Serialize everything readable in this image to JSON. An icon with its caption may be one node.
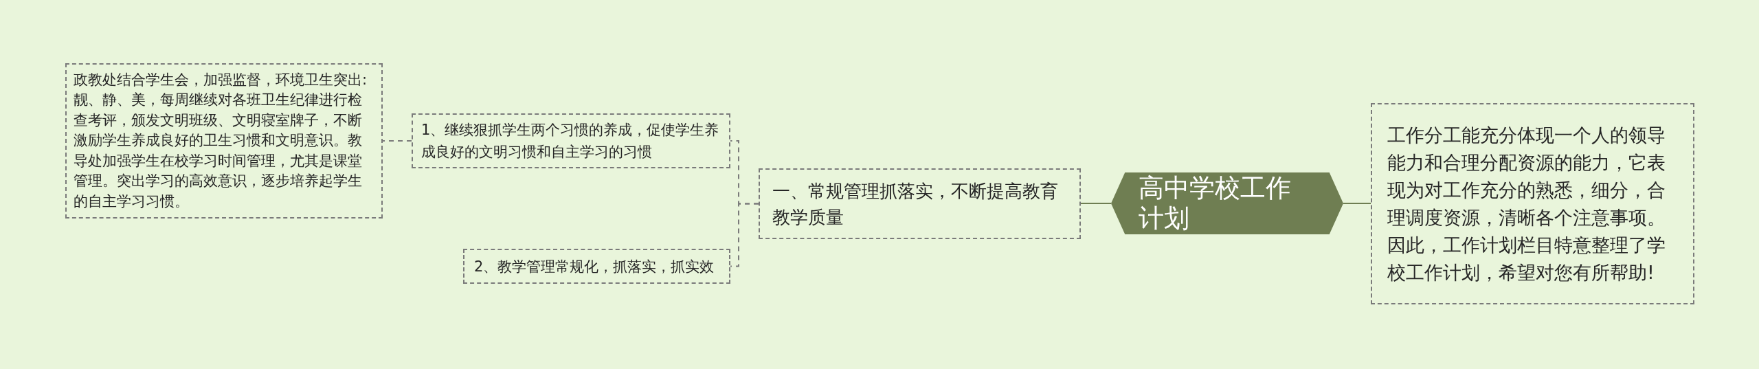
{
  "diagram": {
    "nodes": [
      {
        "text": [
          "高中学校工作计划"
        ]
      },
      {
        "text": [
          "一、常规管理抓落实，不断提高教育教学质量"
        ]
      },
      {
        "text": [
          "1、继续狠抓学生两个习惯的养成，促使学生养成良好的文明习惯和自主学习的习惯"
        ]
      },
      {
        "text": [
          "政教处结合学生会，加强监督，环境卫生突出:靓、静、美，每周继续对各班卫生纪律进行检查考评，颁发文明班级、文明寝室牌子，不断激励学生养成良好的卫生习惯和文明意识。教导处加强学生在校学习时间管理，尤其是课堂管理。突出学习的高效意识，逐步培养起学生的自主学习习惯。"
        ]
      },
      {
        "text": [
          "2、教学管理常规化，抓落实，抓实效"
        ]
      },
      {
        "text": [
          "工作分工能充分体现一个人的领导能力和合理分配资源的能力，它表现为对工作充分的熟悉，细分，合理调度资源，清晰各个注意事项。因此，工作计划栏目特意整理了学校工作计划，希望对您有所帮助!"
        ]
      }
    ],
    "edges": [
      {
        "from": 0,
        "to": 1,
        "arrow": "none"
      },
      {
        "from": 1,
        "to": 2,
        "arrow": "none",
        "style": "dashed"
      },
      {
        "from": 2,
        "to": 3,
        "arrow": "none",
        "style": "dashed"
      },
      {
        "from": 1,
        "to": 4,
        "arrow": "none",
        "style": "dashed"
      },
      {
        "from": 0,
        "to": 5,
        "arrow": "none"
      }
    ]
  }
}
